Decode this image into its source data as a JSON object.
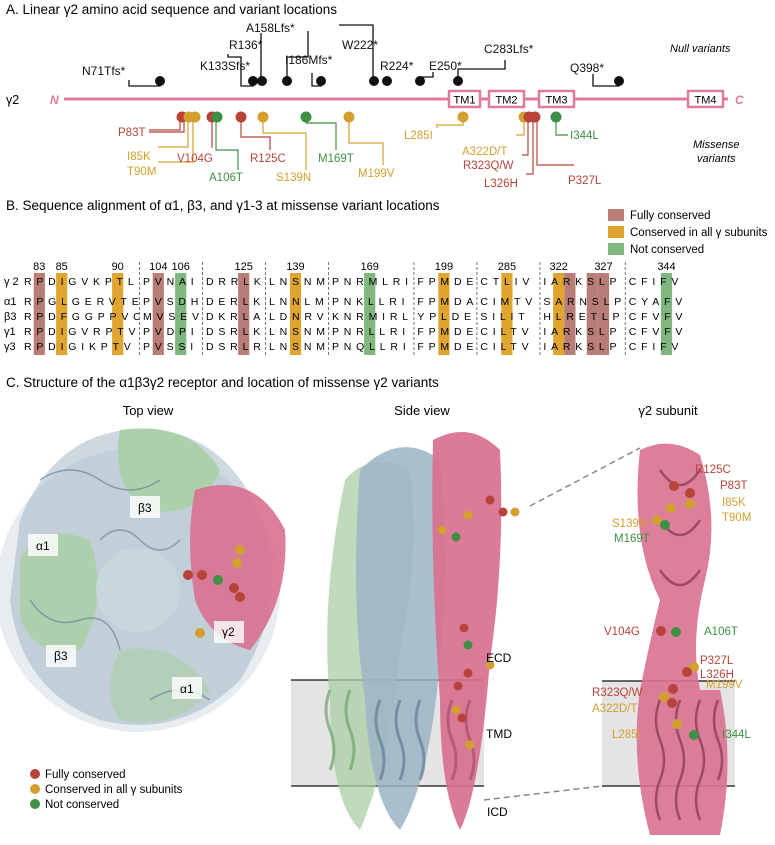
{
  "colors": {
    "fully": "#b8433a",
    "cons": "#d3a030",
    "notc": "#3f8f45",
    "pink": "#e07aa0",
    "fully_bg": "#b97d78",
    "cons_bg": "#dfa52f",
    "notc_bg": "#7fb77e",
    "tmd": "#e4e4e4",
    "alpha": "#9bb4c6",
    "beta": "#a9cfa5",
    "gamma": "#d9708f"
  },
  "panelA": {
    "title": "A. Linear γ2 amino acid sequence and variant locations",
    "gene": "γ2",
    "n_term": "N",
    "c_term": "C",
    "tm": [
      "TM1",
      "TM2",
      "TM3",
      "TM4"
    ],
    "null_label": [
      "Null",
      "variants"
    ],
    "missense_label": [
      "Missense",
      "variants"
    ],
    "null_variants": [
      {
        "label": "N71Tfs*"
      },
      {
        "label": "K133Sfs*"
      },
      {
        "label": "R136*"
      },
      {
        "label": "A158Lfs*"
      },
      {
        "label": "I186Mfs*"
      },
      {
        "label": "W222*"
      },
      {
        "label": "R224*"
      },
      {
        "label": "E250*"
      },
      {
        "label": "C283Lfs*"
      },
      {
        "label": "Q398*"
      }
    ],
    "missense_variants": [
      {
        "label": "P83T",
        "cls": "fully"
      },
      {
        "label": "I85K",
        "cls": "cons"
      },
      {
        "label": "T90M",
        "cls": "cons"
      },
      {
        "label": "V104G",
        "cls": "fully"
      },
      {
        "label": "A106T",
        "cls": "notc"
      },
      {
        "label": "R125C",
        "cls": "fully"
      },
      {
        "label": "S139N",
        "cls": "cons"
      },
      {
        "label": "M169T",
        "cls": "notc"
      },
      {
        "label": "M199V",
        "cls": "cons"
      },
      {
        "label": "L285I",
        "cls": "cons"
      },
      {
        "label": "A322D/T",
        "cls": "cons"
      },
      {
        "label": "R323Q/W",
        "cls": "fully"
      },
      {
        "label": "L326H",
        "cls": "fully"
      },
      {
        "label": "P327L",
        "cls": "fully"
      },
      {
        "label": "I344L",
        "cls": "notc"
      }
    ]
  },
  "panelB": {
    "title": "B.  Sequence alignment of α1, β3, and γ1-3 at missense variant locations",
    "legend": [
      {
        "label": "Fully conserved",
        "cls": "fully"
      },
      {
        "label": "Conserved in all γ subunits",
        "cls": "cons"
      },
      {
        "label": "Not conserved",
        "cls": "notc"
      }
    ],
    "rows": [
      "γ 2",
      "α1",
      "β3",
      "γ1",
      "γ3"
    ],
    "groups": [
      {
        "nums": [
          "83",
          "85",
          "90"
        ],
        "numcol": [
          1,
          3,
          8
        ],
        "hl": [
          1,
          3,
          8
        ],
        "hlcls": [
          "fully",
          "cons",
          "cons"
        ],
        "seqs": [
          "RPDIGVKPTL",
          "RPGLGERVTE",
          "RPDFGGPPVC",
          "RPDIGVRPTV",
          "RPDIGIKPTV"
        ]
      },
      {
        "nums": [
          "104",
          "106"
        ],
        "numcol": [
          1,
          3
        ],
        "hl": [
          1,
          3
        ],
        "hlcls": [
          "fully",
          "notc"
        ],
        "seqs": [
          "PVNAI",
          "PVSDH",
          "MVSEV",
          "PVDPI",
          "PVSSI"
        ]
      },
      {
        "nums": [
          "125"
        ],
        "numcol": [
          3
        ],
        "hl": [
          3
        ],
        "hlcls": [
          "fully"
        ],
        "seqs": [
          "DRRLK",
          "DERLK",
          "DKRLA",
          "DSRLK",
          "DSRLR"
        ]
      },
      {
        "nums": [
          "139"
        ],
        "numcol": [
          2
        ],
        "hl": [
          2
        ],
        "hlcls": [
          "cons"
        ],
        "seqs": [
          "LNSNM",
          "LNNLM",
          "LDNRV",
          "LNSNM",
          "LNSNM"
        ]
      },
      {
        "nums": [
          "169"
        ],
        "numcol": [
          3
        ],
        "hl": [
          3
        ],
        "hlcls": [
          "notc"
        ],
        "seqs": [
          "PNRMLRI",
          "PNKLLRI",
          "KNRMIRL",
          "PNRLLRI",
          "PNQLLRI"
        ]
      },
      {
        "nums": [
          "199"
        ],
        "numcol": [
          2
        ],
        "hl": [
          2
        ],
        "hlcls": [
          "cons"
        ],
        "seqs": [
          "FPMDE",
          "FPMDA",
          "YPLDE",
          "FPMDE",
          "FPMDE"
        ]
      },
      {
        "nums": [
          "285"
        ],
        "numcol": [
          2
        ],
        "hl": [
          2
        ],
        "hlcls": [
          "cons"
        ],
        "seqs": [
          "CTLIV",
          "CIMTV",
          "SILIT",
          "CILTV",
          "CILTV"
        ]
      },
      {
        "nums": [
          "322",
          "327"
        ],
        "numcol": [
          1,
          5
        ],
        "hl": [
          1,
          2,
          4,
          5
        ],
        "hlcls": [
          "cons",
          "fully",
          "fully",
          "fully"
        ],
        "seqs": [
          "IARKSLP",
          "SARNSLP",
          "HLRETLP",
          "IARKSLP",
          "IARKSLP"
        ]
      },
      {
        "nums": [
          "344"
        ],
        "numcol": [
          3
        ],
        "hl": [
          3
        ],
        "hlcls": [
          "notc"
        ],
        "seqs": [
          "CFIFV",
          "CYAFV",
          "CFVFV",
          "CFVFV",
          "CFIFV"
        ]
      }
    ]
  },
  "panelC": {
    "title": "C.  Structure of the α1β3γ2 receptor and location of missense γ2 variants",
    "top_view": "Top view",
    "side_view": "Side view",
    "subunit_view": "γ2 subunit",
    "top_labels": [
      "β3",
      "α1",
      "γ2",
      "β3",
      "α1"
    ],
    "domains": [
      "ECD",
      "TMD",
      "ICD"
    ],
    "legend": [
      {
        "label": "Fully conserved",
        "cls": "fully"
      },
      {
        "label": "Conserved in all γ subunits",
        "cls": "cons"
      },
      {
        "label": "Not conserved",
        "cls": "notc"
      }
    ],
    "subunit_labels": [
      {
        "text": "R125C",
        "cls": "fully"
      },
      {
        "text": "P83T",
        "cls": "fully"
      },
      {
        "text": "I85K",
        "cls": "cons"
      },
      {
        "text": "T90M",
        "cls": "cons"
      },
      {
        "text": "S139N",
        "cls": "cons"
      },
      {
        "text": "M169T",
        "cls": "notc"
      },
      {
        "text": "V104G",
        "cls": "fully"
      },
      {
        "text": "A106T",
        "cls": "notc"
      },
      {
        "text": "P327L",
        "cls": "fully"
      },
      {
        "text": "L326H",
        "cls": "fully"
      },
      {
        "text": "M199V",
        "cls": "cons"
      },
      {
        "text": "R323Q/W",
        "cls": "fully"
      },
      {
        "text": "A322D/T",
        "cls": "cons"
      },
      {
        "text": "L285I",
        "cls": "cons"
      },
      {
        "text": "I344L",
        "cls": "notc"
      }
    ]
  }
}
